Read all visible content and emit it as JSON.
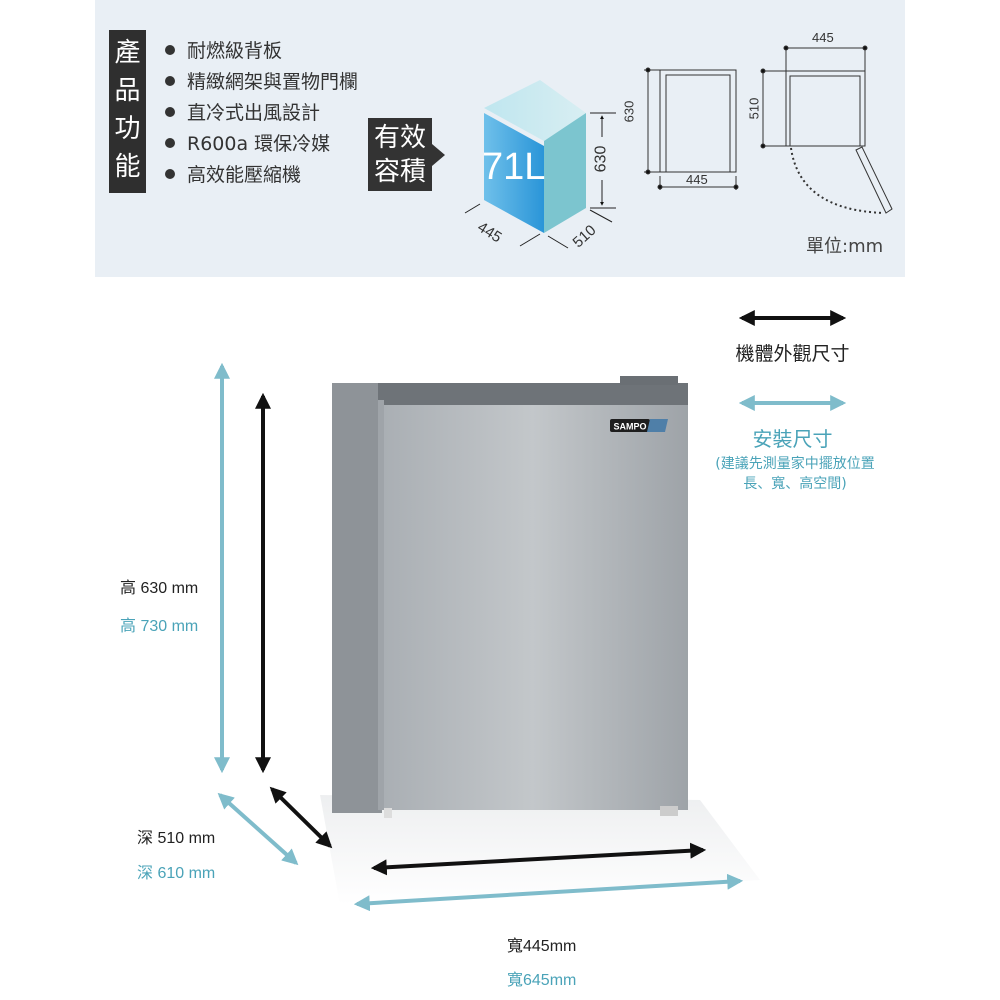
{
  "features": {
    "label_chars": [
      "產",
      "品",
      "功",
      "能"
    ],
    "items": [
      "耐燃級背板",
      "精緻網架與置物門欄",
      "直冷式出風設計",
      "R600a 環保冷媒",
      "高效能壓縮機"
    ]
  },
  "volume": {
    "label_line1": "有效",
    "label_line2": "容積",
    "value": "71L"
  },
  "drawings": {
    "cube_width": "445",
    "cube_depth": "510",
    "cube_height": "630",
    "front_height": "630",
    "front_width": "445",
    "top_width": "445",
    "top_depth": "510",
    "unit": "單位:mm"
  },
  "legend": {
    "body_size": "機體外觀尺寸",
    "install_size": "安裝尺寸",
    "install_note_line1": "(建議先測量家中擺放位置",
    "install_note_line2": "長、寬、高空間)"
  },
  "brand": "SAMPO",
  "measurements": {
    "height_body": "高 630 mm",
    "height_install": "高 730 mm",
    "depth_body": "深 510 mm",
    "depth_install": "深 610 mm",
    "width_body": "寬445mm",
    "width_install": "寬645mm"
  },
  "colors": {
    "panel": "#e9eff5",
    "teal": "#7fbccb",
    "teal_text": "#4aa3b8",
    "black": "#111111"
  }
}
